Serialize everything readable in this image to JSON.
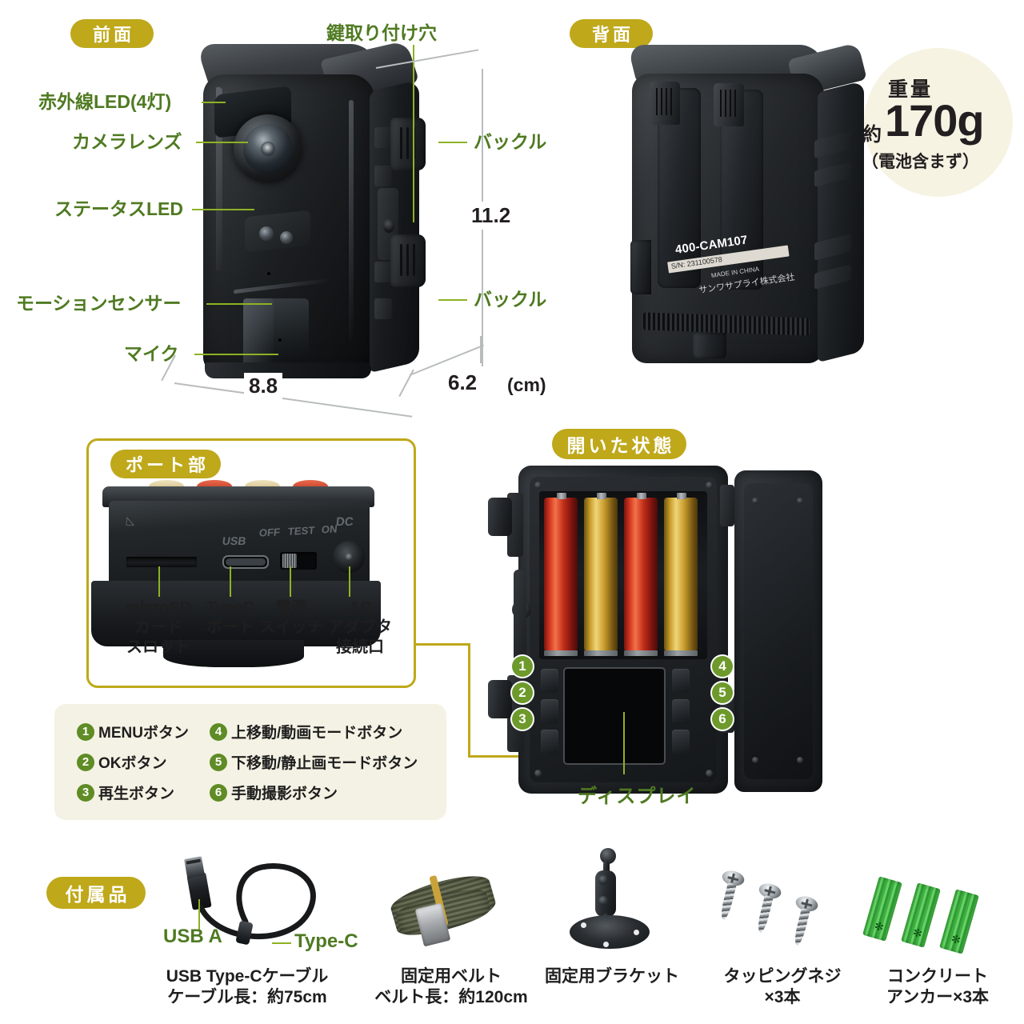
{
  "sections": {
    "front": {
      "badge": "前面"
    },
    "back": {
      "badge": "背面"
    },
    "port": {
      "badge": "ポート部"
    },
    "opened": {
      "badge": "開いた状態"
    },
    "accessories": {
      "badge": "付属品"
    }
  },
  "front_labels": {
    "ir_led": "赤外線LED(4灯)",
    "lens": "カメラレンズ",
    "status_led": "ステータスLED",
    "motion_sensor": "モーションセンサー",
    "mic": "マイク",
    "key_hole": "鍵取り付け穴",
    "buckle_top": "バックル",
    "buckle_bottom": "バックル"
  },
  "dimensions": {
    "width": "8.8",
    "height": "11.2",
    "depth": "6.2",
    "unit": "(cm)"
  },
  "weight": {
    "title": "重量",
    "approx": "約",
    "value": "170g",
    "note": "（電池含まず）"
  },
  "back_plate": {
    "model": "400-CAM107",
    "serial": "S/N: 231100578",
    "made_in": "MADE IN CHINA",
    "company": "サンワサプライ株式会社"
  },
  "port_labels": {
    "microsd": "microSD\nカード\nスロット",
    "typec": "TypeC\nポート",
    "power_switch": "電源\nスイッチ",
    "ac_adapter": "AC\nアダプタ\n接続口"
  },
  "port_silk": {
    "usb": "USB",
    "off": "OFF",
    "test": "TEST",
    "on": "ON",
    "dc": "DC"
  },
  "button_legend": [
    {
      "num": "1",
      "label": "MENUボタン"
    },
    {
      "num": "2",
      "label": "OKボタン"
    },
    {
      "num": "3",
      "label": "再生ボタン"
    },
    {
      "num": "4",
      "label": "上移動/動画モードボタン"
    },
    {
      "num": "5",
      "label": "下移動/静止画モードボタン"
    },
    {
      "num": "6",
      "label": "手動撮影ボタン"
    }
  ],
  "opened_labels": {
    "display": "ディスプレイ",
    "nums": [
      "1",
      "2",
      "3",
      "4",
      "5",
      "6"
    ]
  },
  "accessories": [
    {
      "caption": "USB Type-Cケーブル\nケーブル長：約75cm",
      "tag_a": "USB A",
      "tag_b": "Type-C"
    },
    {
      "caption": "固定用ベルト\nベルト長：約120cm"
    },
    {
      "caption": "固定用ブラケット"
    },
    {
      "caption": "タッピングネジ\n×3本"
    },
    {
      "caption": "コンクリート\nアンカー×3本"
    }
  ],
  "colors": {
    "badge": "#bfa81a",
    "label_green": "#4f7a21",
    "leader_green": "#8db224",
    "legend_bg": "#f4f2e4",
    "num_badge": "#5f8c25",
    "weight_circle": "#f7f3e3",
    "dim_line": "#b9bcbd"
  }
}
